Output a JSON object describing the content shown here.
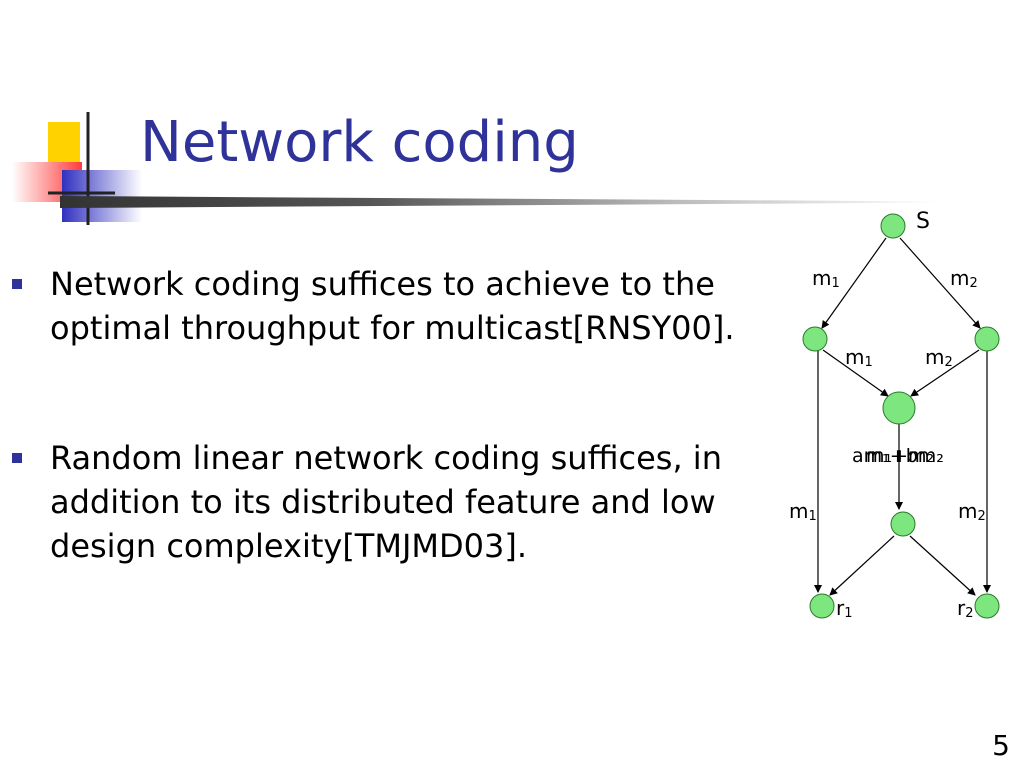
{
  "slide": {
    "title": "Network coding",
    "bullets": [
      "Network coding suffices to achieve to the optimal throughput for multicast[RNSY00].",
      "Random linear network coding suffices, in addition to its distributed feature and low design complexity[TMJMD03]."
    ],
    "page_number": "5"
  },
  "diagram": {
    "source_label": "S",
    "edge_labels": {
      "s_left": {
        "m": "m",
        "sub": "1"
      },
      "s_right": {
        "m": "m",
        "sub": "2"
      },
      "left_mid": {
        "m": "m",
        "sub": "1"
      },
      "right_mid": {
        "m": "m",
        "sub": "2"
      },
      "left_r1": {
        "m": "m",
        "sub": "1"
      },
      "right_r2": {
        "m": "m",
        "sub": "2"
      }
    },
    "coding_label_overlap": "am₁+bm₂",
    "coding_label_alt": "m₁+m₂",
    "receiver1": {
      "r": "r",
      "sub": "1"
    },
    "receiver2": {
      "r": "r",
      "sub": "2"
    },
    "node_color": "#7ee67e"
  }
}
